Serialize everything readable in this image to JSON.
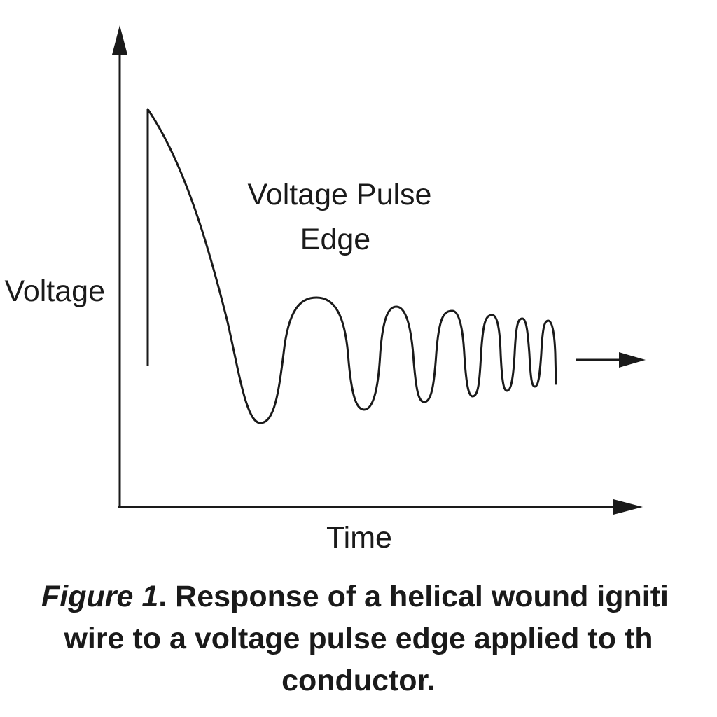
{
  "diagram": {
    "y_axis_label": "Voltage",
    "x_axis_label": "Time",
    "annotation_line1": "Voltage Pulse",
    "annotation_line2": "Edge",
    "line_color": "#1a1a1a",
    "background": "#ffffff"
  },
  "caption": {
    "figure_label": "Figure 1",
    "line1_rest": ". Response of a helical wound igniti",
    "line2": "wire to a voltage pulse edge applied to th",
    "line3": "conductor."
  }
}
